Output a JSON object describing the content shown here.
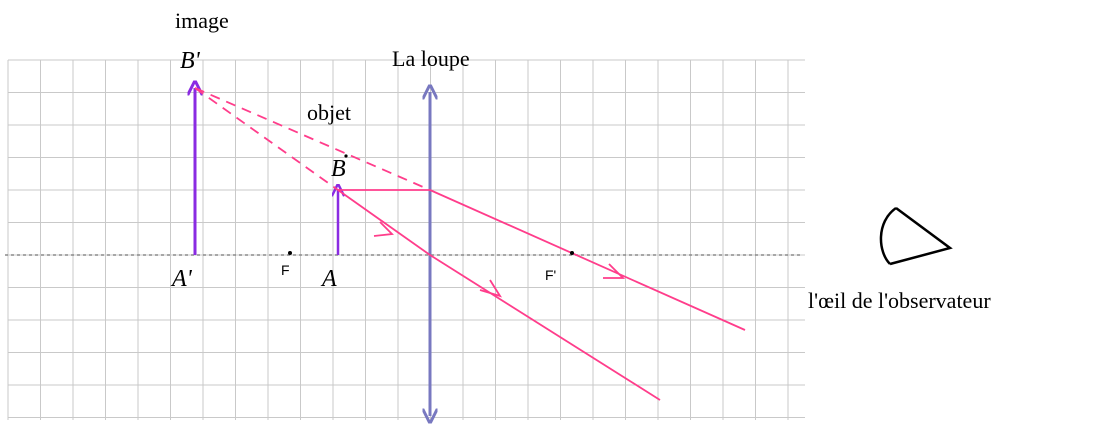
{
  "labels": {
    "image": "image",
    "image_point": "B'",
    "lens": "La loupe",
    "object": "objet",
    "object_point": "B",
    "image_foot": "A'",
    "focus_object": "F",
    "object_foot": "A",
    "focus_image": "F'",
    "eye": "l'œil  de l'observateur"
  },
  "colors": {
    "grid": "#c9c9c9",
    "axis": "#8a8a8a",
    "lens": "#7878c0",
    "arrows": "#8a2be2",
    "rays": "#ff3d8b",
    "text": "#000000"
  },
  "icons": {
    "eye": "eye-icon"
  }
}
